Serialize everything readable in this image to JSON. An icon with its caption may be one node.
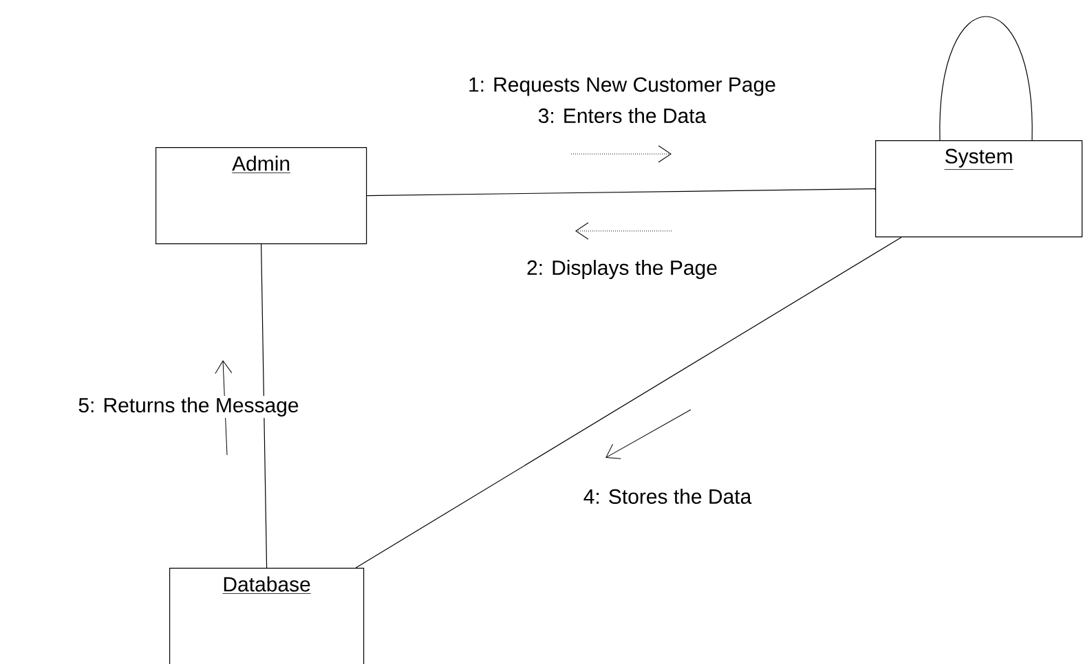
{
  "diagram": {
    "nodes": [
      {
        "text": [
          "Admin"
        ]
      },
      {
        "text": [
          "System"
        ]
      },
      {
        "text": [
          "Database"
        ]
      }
    ],
    "edges": [
      {
        "from": 0,
        "to": 1,
        "arrow": "none"
      },
      {
        "from": 1,
        "to": 1,
        "arrow": "none"
      },
      {
        "from": 0,
        "to": 2,
        "arrow": "none"
      },
      {
        "from": 1,
        "to": 2,
        "arrow": "none"
      }
    ],
    "labels": [
      "1: Requests New Customer Page",
      "3: Enters the Data",
      "2: Displays the Page",
      "5: Returns the Message",
      "4: Stores the Data"
    ]
  }
}
